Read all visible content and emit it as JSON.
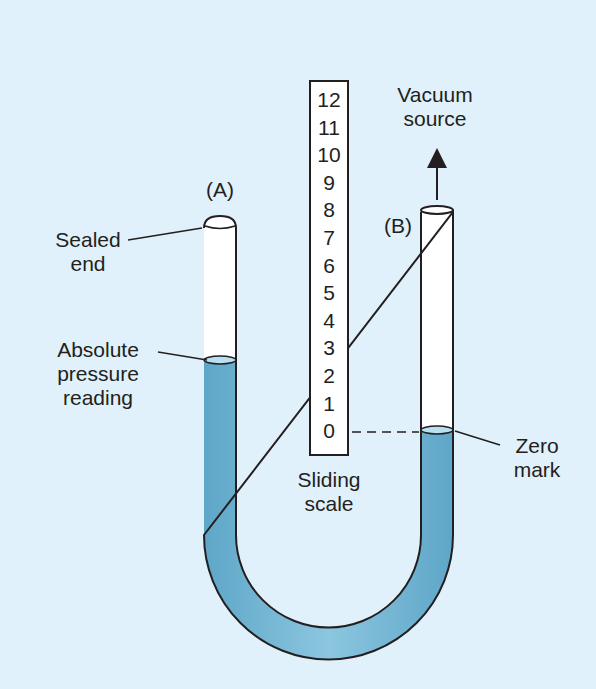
{
  "diagram": {
    "nodes": [
      {
        "text": [
          "12",
          "11",
          "10",
          "9",
          "8",
          "7",
          "6",
          "5",
          "4",
          "3",
          "2",
          "1",
          "0",
          "Sliding scale"
        ]
      }
    ],
    "labels": [
      "Vacuum source",
      "(A)",
      "(B)",
      "Sealed end",
      "Absolute pressure reading",
      "Zero mark"
    ]
  }
}
